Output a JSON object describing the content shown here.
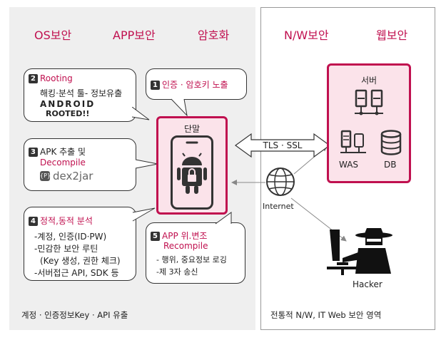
{
  "headers": {
    "os": "OS보안",
    "app": "APP보안",
    "crypto": "암호화",
    "network": "N/W보안",
    "web": "웹보안"
  },
  "callouts": {
    "rooting": {
      "num": "2",
      "title": "Rooting",
      "line1": "해킹·분석 툴- 정보유출",
      "android_logo": "ANDROID",
      "rooted": "ROOTED!!"
    },
    "auth": {
      "num": "1",
      "title": "인증 · 암호키 노출"
    },
    "apk": {
      "num": "3",
      "title": "APK 추출 및",
      "line2": "Decompile",
      "tool": "dex2jar"
    },
    "analysis": {
      "num": "4",
      "title": "정적,동적 분석",
      "items": [
        "-계정, 인증(ID·PW)",
        "-민감한 보안 루틴",
        "(Key 생성, 권한 체크)",
        "-서버접근 API, SDK 등"
      ]
    },
    "forge": {
      "num": "5",
      "title": "APP 위.변조",
      "line2": "Recompile",
      "items": [
        "- 행위, 중요정보 로깅",
        "-제 3자 송신"
      ]
    }
  },
  "device": {
    "label": "단말"
  },
  "tls": {
    "label": "TLS · SSL"
  },
  "internet": {
    "label": "Internet"
  },
  "server": {
    "title": "서버",
    "was": "WAS",
    "db": "DB"
  },
  "hacker": {
    "label": "Hacker"
  },
  "footer": {
    "left": "계정 · 인증정보Key · API 유출",
    "right": "전통적 N/W, IT Web 보안 영역"
  },
  "colors": {
    "accent": "#c0104f",
    "server_bg": "#fbe3ea",
    "device_bg": "#fbe3ea"
  }
}
